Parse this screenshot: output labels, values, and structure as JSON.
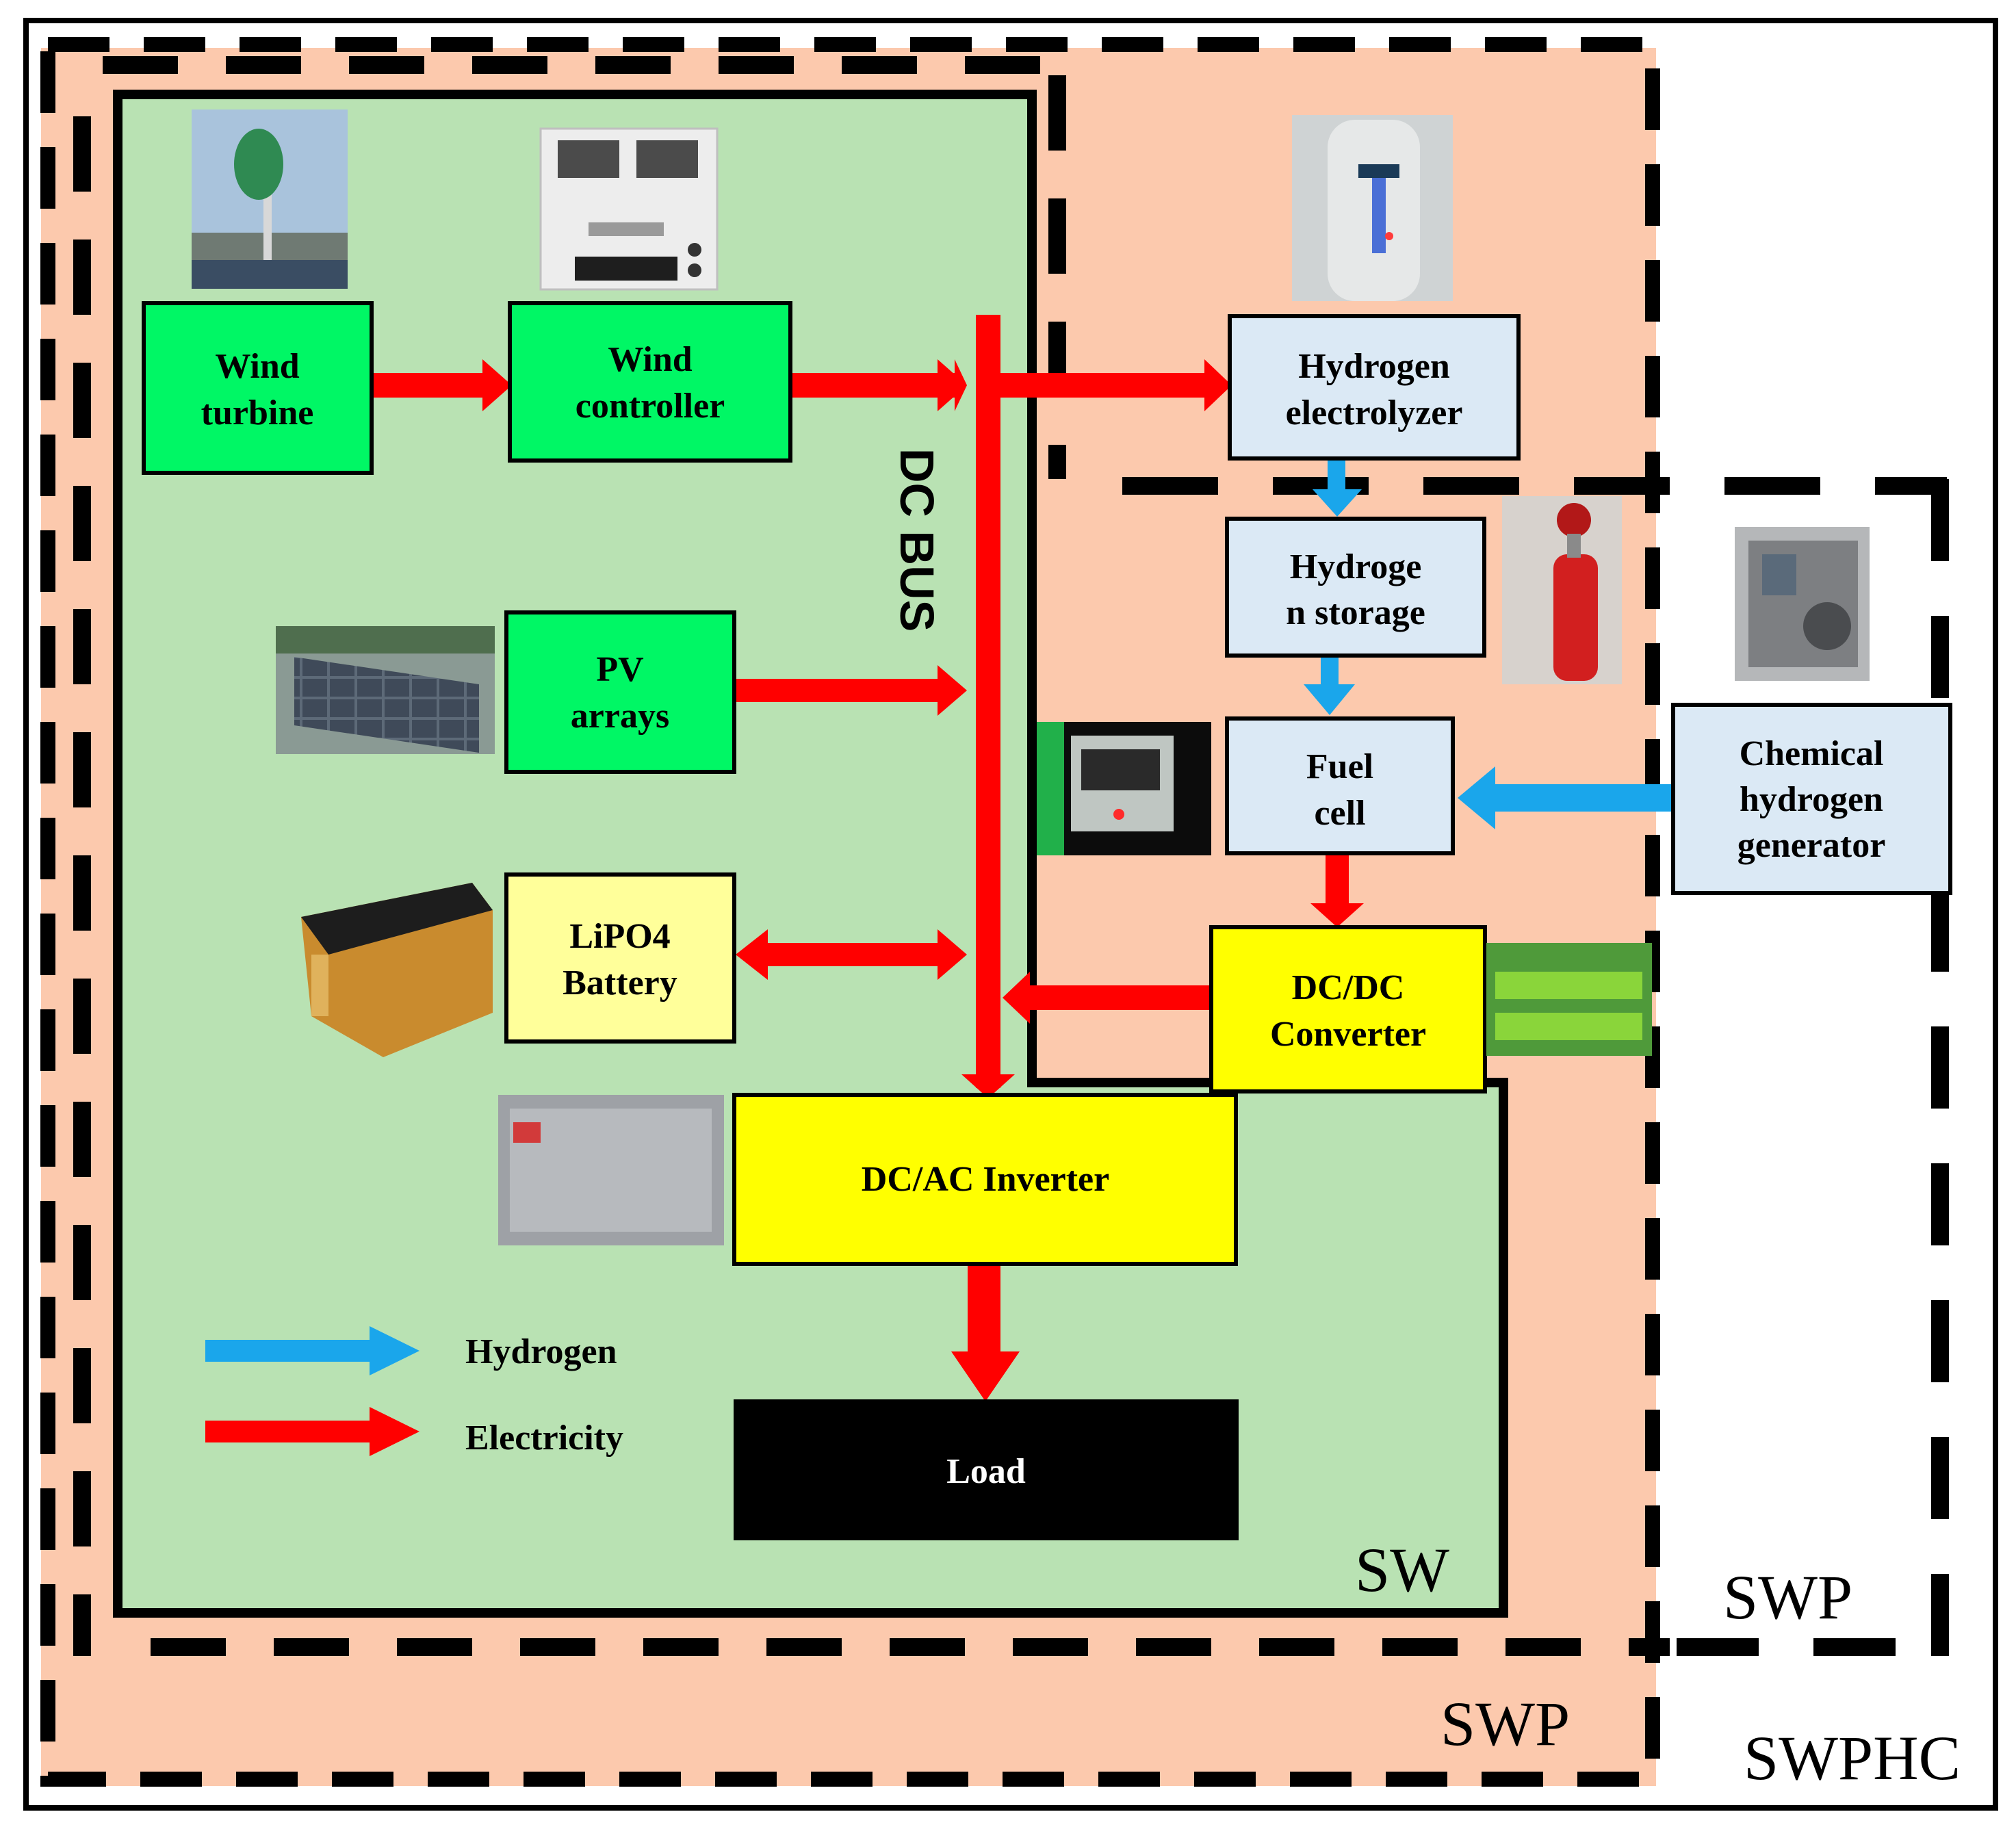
{
  "blocks": {
    "wind_turbine": [
      "Wind",
      "turbine"
    ],
    "wind_controller": [
      "Wind",
      "controller"
    ],
    "pv_arrays": [
      "PV",
      "arrays"
    ],
    "battery": [
      "LiPO4",
      "Battery"
    ],
    "dc_ac_inverter": "DC/AC Inverter",
    "load": "Load",
    "electrolyzer": [
      "Hydrogen",
      "electrolyzer"
    ],
    "hydrogen_storage": [
      "Hydroge",
      "n storage"
    ],
    "fuel_cell": [
      "Fuel",
      "cell"
    ],
    "dc_dc_converter": [
      "DC/DC",
      "Converter"
    ],
    "chemical_generator": [
      "Chemical",
      "hydrogen",
      "generator"
    ]
  },
  "dc_bus": "DC BUS",
  "legend": {
    "hydrogen": "Hydrogen",
    "electricity": "Electricity"
  },
  "regions": {
    "sw": "SW",
    "swp_left": "SWP",
    "swp_right": "SWP",
    "swphc": "SWPHC"
  },
  "colors": {
    "sw_fill": "#b9e2b3",
    "swp_fill": "#fcc9ad",
    "green_block": "#00f765",
    "battery_fill": "#ffff9a",
    "yellow_block": "#ffff00",
    "hydrogen_block": "#dbe9f5",
    "electricity_arrow": "#ff0000",
    "hydrogen_arrow": "#1aa6eb",
    "load_fill": "#000000"
  }
}
